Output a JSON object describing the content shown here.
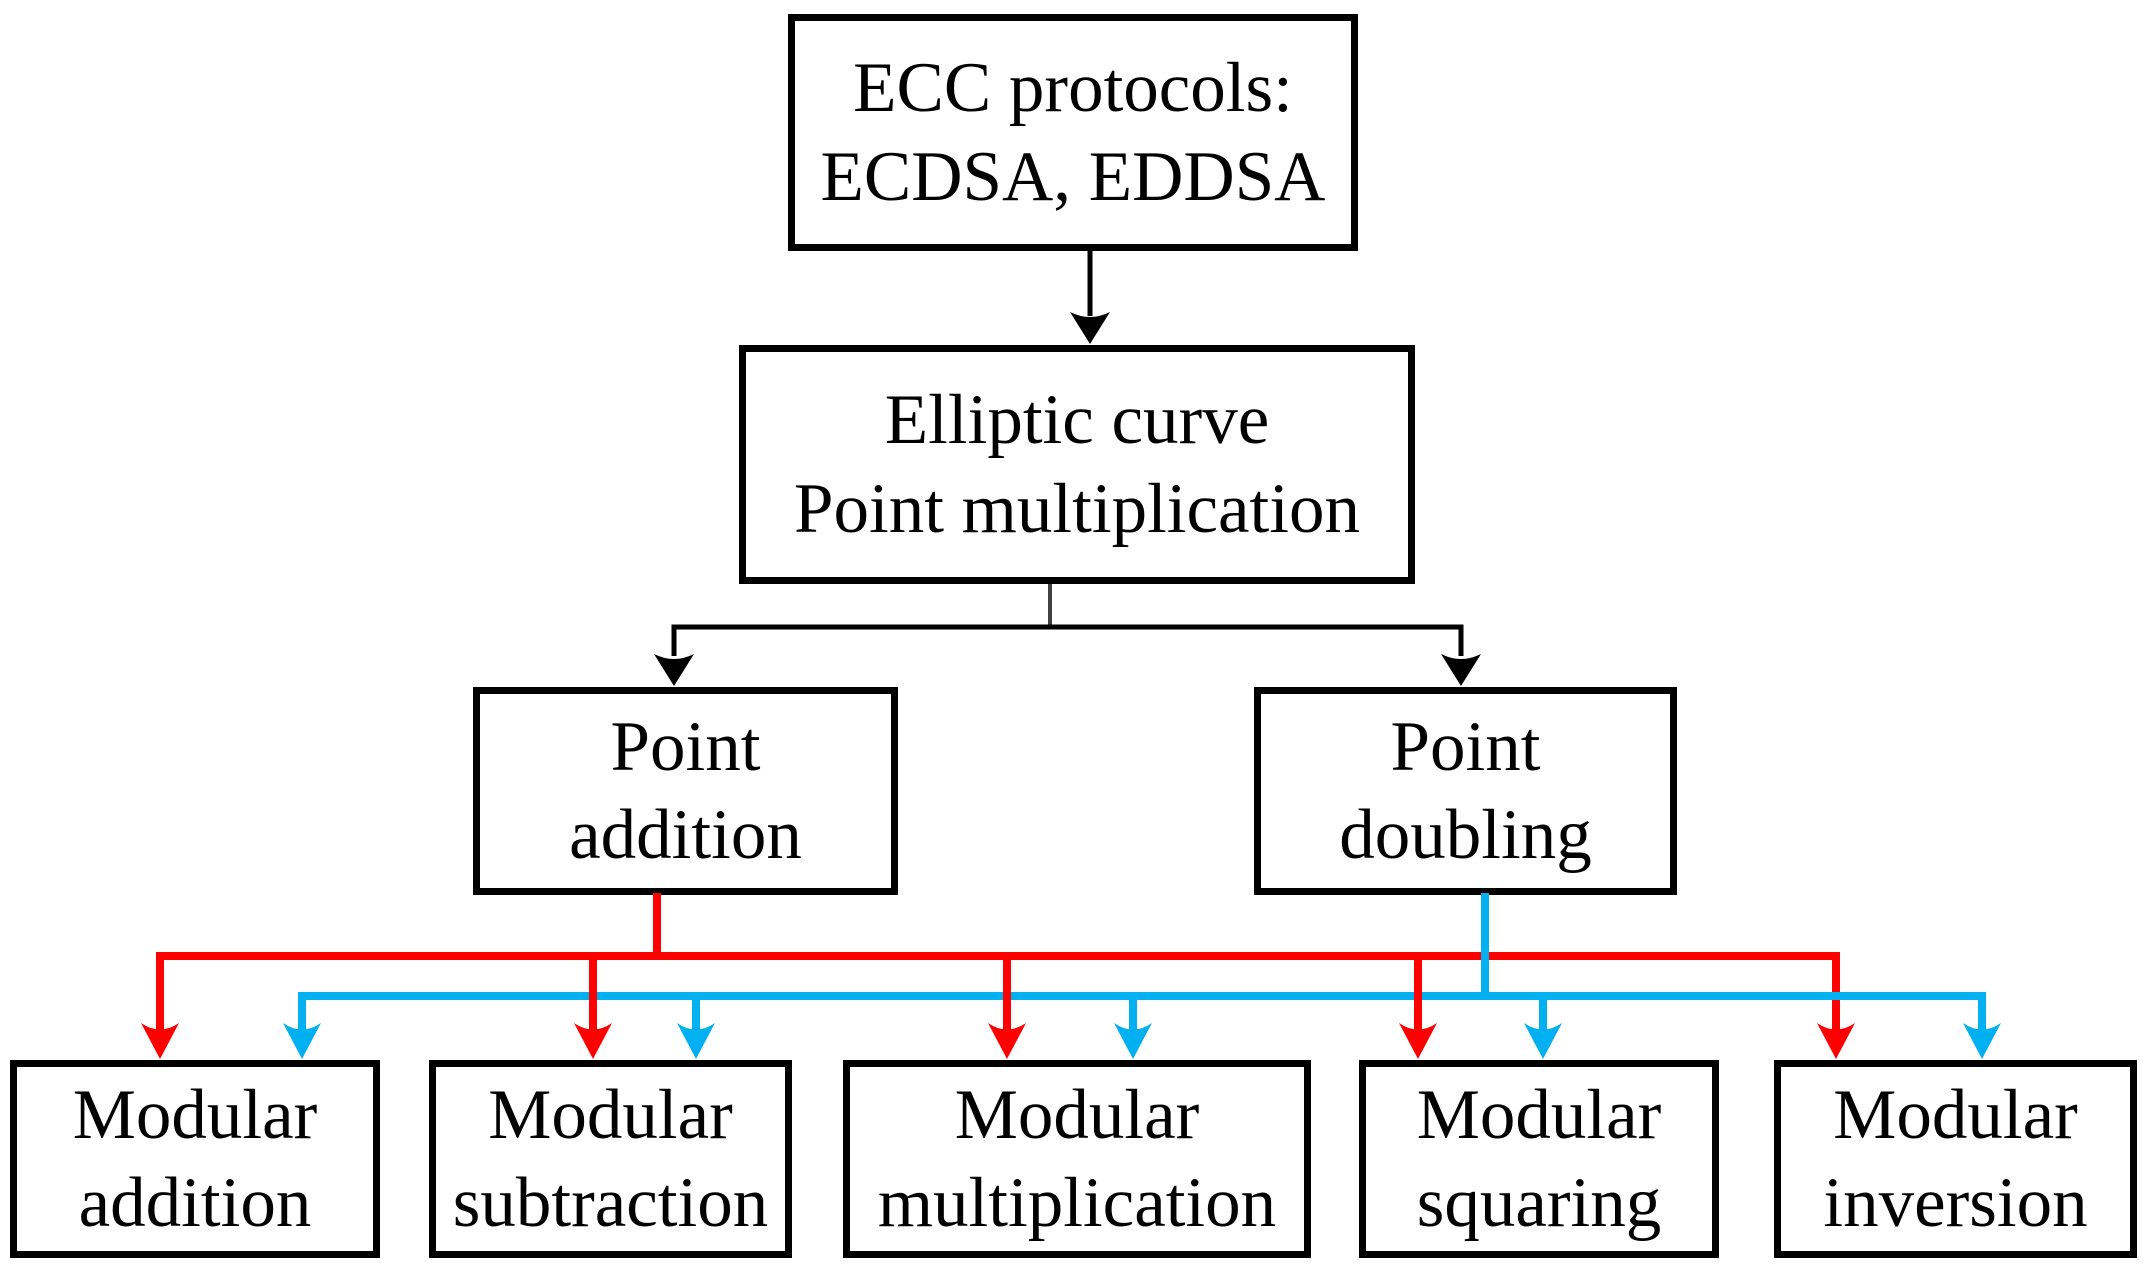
{
  "colors": {
    "black": "#000000",
    "gray_stem": "#404040",
    "red": "#ff0000",
    "cyan": "#00b0f0",
    "box_bg": "#ffffff",
    "page_bg": "#ffffff",
    "text": "#000000"
  },
  "nodes": {
    "ecc_protocols": {
      "lines": [
        "ECC protocols:",
        "ECDSA, EDDSA"
      ]
    },
    "point_multiplication": {
      "lines": [
        "Elliptic curve",
        "Point multiplication"
      ]
    },
    "point_addition": {
      "lines": [
        "Point",
        "addition"
      ]
    },
    "point_doubling": {
      "lines": [
        "Point",
        "doubling"
      ]
    },
    "modular_addition": {
      "lines": [
        "Modular",
        "addition"
      ]
    },
    "modular_subtraction": {
      "lines": [
        "Modular",
        "subtraction"
      ]
    },
    "modular_multiplication": {
      "lines": [
        "Modular",
        "multiplication"
      ]
    },
    "modular_squaring": {
      "lines": [
        "Modular",
        "squaring"
      ]
    },
    "modular_inversion": {
      "lines": [
        "Modular",
        "inversion"
      ]
    }
  },
  "edges": [
    {
      "from": "ecc_protocols",
      "to": "point_multiplication",
      "color": "black"
    },
    {
      "from": "point_multiplication",
      "to": "point_addition",
      "color": "black"
    },
    {
      "from": "point_multiplication",
      "to": "point_doubling",
      "color": "black"
    },
    {
      "from": "point_addition",
      "to": "modular_addition",
      "color": "red"
    },
    {
      "from": "point_addition",
      "to": "modular_subtraction",
      "color": "red"
    },
    {
      "from": "point_addition",
      "to": "modular_multiplication",
      "color": "red"
    },
    {
      "from": "point_addition",
      "to": "modular_squaring",
      "color": "red"
    },
    {
      "from": "point_addition",
      "to": "modular_inversion",
      "color": "red"
    },
    {
      "from": "point_doubling",
      "to": "modular_addition",
      "color": "cyan"
    },
    {
      "from": "point_doubling",
      "to": "modular_subtraction",
      "color": "cyan"
    },
    {
      "from": "point_doubling",
      "to": "modular_multiplication",
      "color": "cyan"
    },
    {
      "from": "point_doubling",
      "to": "modular_squaring",
      "color": "cyan"
    },
    {
      "from": "point_doubling",
      "to": "modular_inversion",
      "color": "cyan"
    }
  ]
}
